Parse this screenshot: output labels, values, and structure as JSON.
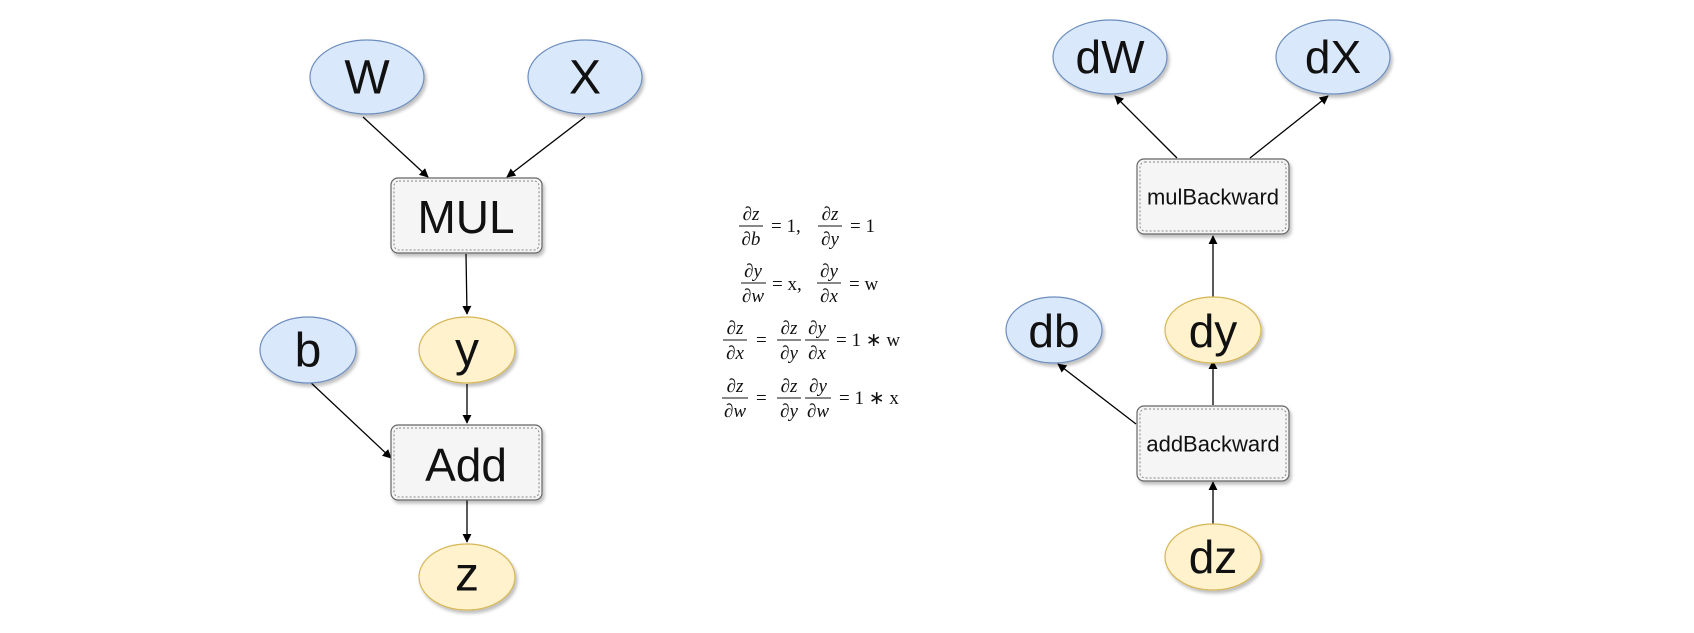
{
  "colors": {
    "blue_fill": "#dae8fc",
    "blue_stroke": "#6c8ebf",
    "yellow_fill": "#fff2cc",
    "yellow_stroke": "#d6b656",
    "op_fill": "#f5f5f5",
    "op_stroke": "#666666",
    "edge": "#000000"
  },
  "forward_graph": {
    "nodes": {
      "w": "W",
      "x": "X",
      "mul": "MUL",
      "b": "b",
      "y": "y",
      "add": "Add",
      "z": "z"
    }
  },
  "backward_graph": {
    "nodes": {
      "dw": "dW",
      "dx": "dX",
      "mul_backward": "mulBackward",
      "db": "db",
      "dy": "dy",
      "add_backward": "addBackward",
      "dz": "dz"
    }
  },
  "equations": {
    "line1": {
      "num1": "∂z",
      "den1": "∂b",
      "rhs1": "= 1,",
      "num2": "∂z",
      "den2": "∂y",
      "rhs2": "= 1"
    },
    "line2": {
      "num1": "∂y",
      "den1": "∂w",
      "rhs1": "= x,",
      "num2": "∂y",
      "den2": "∂x",
      "rhs2": "= w"
    },
    "line3": {
      "num1": "∂z",
      "den1": "∂x",
      "eq": "=",
      "num2": "∂z",
      "den2": "∂y",
      "num3": "∂y",
      "den3": "∂x",
      "rhs": "= 1 ∗ w"
    },
    "line4": {
      "num1": "∂z",
      "den1": "∂w",
      "eq": "=",
      "num2": "∂z",
      "den2": "∂y",
      "num3": "∂y",
      "den3": "∂w",
      "rhs": "= 1 ∗ x"
    }
  }
}
